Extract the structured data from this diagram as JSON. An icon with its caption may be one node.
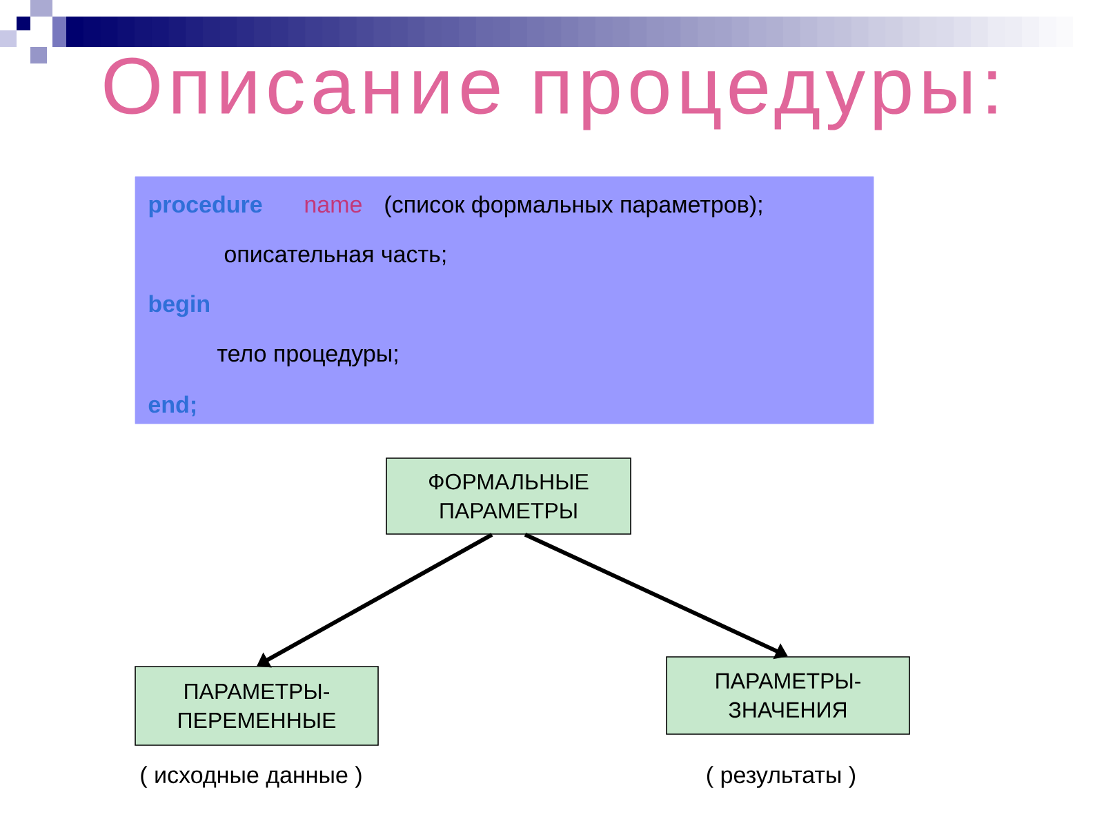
{
  "diagram": {
    "title": "Описание процедуры:",
    "nodes": [
      {
        "text": [
          "procedure",
          "name",
          "(список формальных параметров);",
          "описательная часть;",
          "begin",
          "тело процедуры;",
          "end;"
        ]
      },
      {
        "text": [
          "ФОРМАЛЬНЫЕ ПАРАМЕТРЫ"
        ]
      },
      {
        "text": [
          "ПАРАМЕТРЫ- ПЕРЕМЕННЫЕ"
        ],
        "beside": [
          "( исходные данные )"
        ]
      },
      {
        "text": [
          "ПАРАМЕТРЫ- ЗНАЧЕНИЯ"
        ],
        "beside": [
          "( результаты )"
        ]
      }
    ],
    "edges": [
      {
        "from": 1,
        "to": 2,
        "arrow": "to"
      },
      {
        "from": 1,
        "to": 3,
        "arrow": "to"
      }
    ]
  }
}
